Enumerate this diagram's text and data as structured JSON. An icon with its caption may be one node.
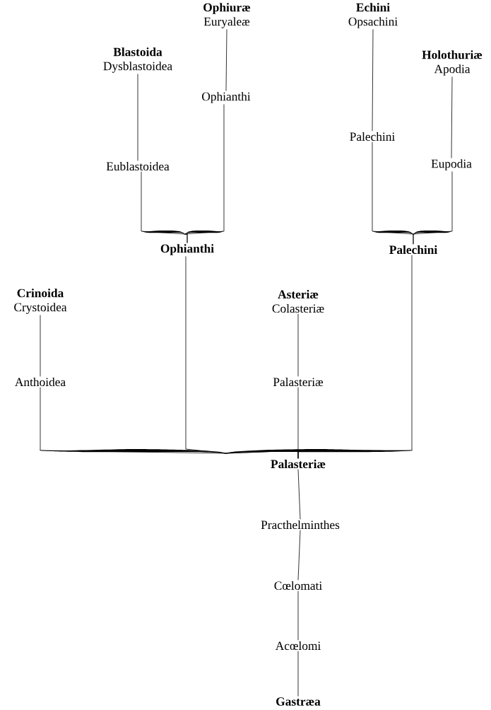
{
  "diagram": {
    "nodes": [
      {
        "text": [
          "Ophiuræ",
          "Euryaleæ"
        ]
      },
      {
        "text": [
          "Ophianthi"
        ]
      },
      {
        "text": [
          "Blastoida",
          "Dysblastoidea"
        ]
      },
      {
        "text": [
          "Eublastoidea"
        ]
      },
      {
        "text": [
          "Echini",
          "Opsachini"
        ]
      },
      {
        "text": [
          "Palechini"
        ]
      },
      {
        "text": [
          "Holothuriæ",
          "Apodia"
        ]
      },
      {
        "text": [
          "Eupodia"
        ]
      },
      {
        "text": [
          "Ophianthi"
        ]
      },
      {
        "text": [
          "Palechini"
        ]
      },
      {
        "text": [
          "Crinoida",
          "Crystoidea"
        ]
      },
      {
        "text": [
          "Anthoidea"
        ]
      },
      {
        "text": [
          "Asteriæ",
          "Colasteriæ"
        ]
      },
      {
        "text": [
          "Palasteriæ"
        ]
      },
      {
        "text": [
          "Palasteriæ"
        ]
      },
      {
        "text": [
          "Practhelminthes"
        ]
      },
      {
        "text": [
          "Cœlomati"
        ]
      },
      {
        "text": [
          "Acœlomi"
        ]
      },
      {
        "text": [
          "Gastræa"
        ]
      }
    ],
    "edges": [
      {
        "from": 0,
        "to": 1,
        "arrow": "none"
      },
      {
        "from": 2,
        "to": 3,
        "arrow": "none"
      },
      {
        "from": 4,
        "to": 5,
        "arrow": "none"
      },
      {
        "from": 6,
        "to": 7,
        "arrow": "none"
      },
      {
        "from": 3,
        "to": 8,
        "arrow": "none"
      },
      {
        "from": 1,
        "to": 8,
        "arrow": "none"
      },
      {
        "from": 5,
        "to": 9,
        "arrow": "none"
      },
      {
        "from": 7,
        "to": 9,
        "arrow": "none"
      },
      {
        "from": 10,
        "to": 11,
        "arrow": "none"
      },
      {
        "from": 12,
        "to": 13,
        "arrow": "none"
      },
      {
        "from": 11,
        "to": 14,
        "arrow": "none"
      },
      {
        "from": 8,
        "to": 14,
        "arrow": "none"
      },
      {
        "from": 13,
        "to": 14,
        "arrow": "none"
      },
      {
        "from": 9,
        "to": 14,
        "arrow": "none"
      },
      {
        "from": 14,
        "to": 15,
        "arrow": "none"
      },
      {
        "from": 15,
        "to": 16,
        "arrow": "none"
      },
      {
        "from": 16,
        "to": 17,
        "arrow": "none"
      },
      {
        "from": 17,
        "to": 18,
        "arrow": "none"
      }
    ]
  }
}
